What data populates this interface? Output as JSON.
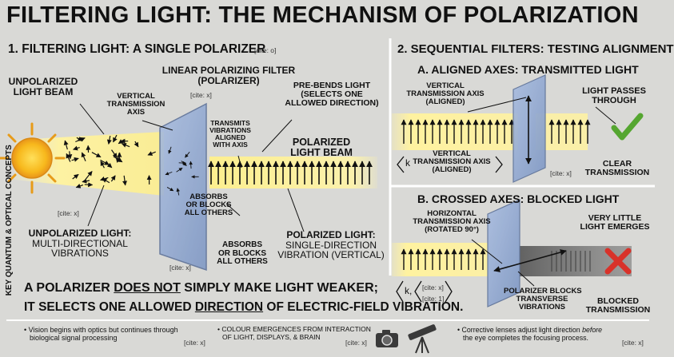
{
  "title": "FILTERING LIGHT: THE MECHANISM OF POLARIZATION",
  "panel1": {
    "heading": "1. FILTERING LIGHT: A SINGLE POLARIZER",
    "heading_cite": "[cite: o]",
    "unpolarized_beam": [
      "UNPOLARIZED",
      "LIGHT BEAM"
    ],
    "filter_label": [
      "LINEAR POLARIZING FILTER",
      "(POLARIZER)"
    ],
    "filter_cite": "[cite: x]",
    "vertical_axis": [
      "VERTICAL",
      "TRANSMISSION",
      "AXIS"
    ],
    "pre_bends": [
      "PRE-BENDS LIGHT",
      "(SELECTS ONE",
      "ALLOWED DIRECTION)"
    ],
    "transmits": [
      "TRANSMITS",
      "VIBRATIONS",
      "ALIGNED",
      "WITH AXIS"
    ],
    "polarized_beam": [
      "POLARIZED",
      "LIGHT BEAM"
    ],
    "absorbs_1": [
      "ABSORBS",
      "OR BLOCKS",
      "ALL OTHERS"
    ],
    "absorbs_2": [
      "ABSORBS",
      "OR BLOCKS",
      "ALL OTHERS"
    ],
    "cite_left": "[cite: x]",
    "cite_filter_bottom": "[cite: x]",
    "unpolarized_light": [
      "UNPOLARIZED LIGHT:",
      "MULTI-DIRECTIONAL",
      "VIBRATIONS"
    ],
    "polarized_light": [
      "POLARIZED LIGHT:",
      "SINGLE-DIRECTION",
      "VIBRATION (VERTICAL)"
    ]
  },
  "side_label": "KEY QUANTUM & OPTICAL CONCEPTS",
  "statement": {
    "line1_pre": "A POLARIZER ",
    "line1_emph": "DOES NOT",
    "line1_post": " SIMPLY MAKE LIGHT WEAKER;",
    "line2_pre": "IT SELECTS ONE ALLOWED ",
    "line2_emph": "DIRECTION",
    "line2_post": " OF ELECTRIC-FIELD VIBRATION."
  },
  "panel2": {
    "heading": "2. SEQUENTIAL FILTERS: TESTING ALIGNMENT",
    "a": {
      "heading": "A. ALIGNED AXES: TRANSMITTED LIGHT",
      "axis_top": [
        "VERTICAL",
        "TRANSMISSION AXIS",
        "(ALIGNED)"
      ],
      "passes": [
        "LIGHT PASSES",
        "THROUGH"
      ],
      "bracket_k": "k",
      "axis_bottom": [
        "VERTICAL",
        "TRANSMISSION AXIS",
        "(ALIGNED)"
      ],
      "cite": "[cite: x]",
      "clear": [
        "CLEAR",
        "TRANSMISSION"
      ]
    },
    "b": {
      "heading": "B. CROSSED AXES: BLOCKED LIGHT",
      "axis": [
        "HORIZONTAL",
        "TRANSMISSION AXIS",
        "(ROTATED 90°)"
      ],
      "very_little": [
        "VERY LITTLE",
        "LIGHT EMERGES"
      ],
      "bracket_k": "k,",
      "cite_a": "[cite: x]",
      "cite_b": "[cite: 1]",
      "blocks": [
        "POLARIZER BLOCKS",
        "TRANSVERSE",
        "VIBRATIONS"
      ],
      "blocked": [
        "BLOCKED",
        "TRANSMISSION"
      ]
    }
  },
  "footer": {
    "note1": [
      "• Vision begins with optics but continues through",
      "biological signal processing"
    ],
    "note1_cite": "[cite: x]",
    "note2": [
      "• COLOUR EMERGENCES FROM INTERACTION",
      "OF LIGHT, DISPLAYS, & BRAIN"
    ],
    "note2_cite": "[cite: x]",
    "note3_pre": "• Corrective lenses adjust light direction ",
    "note3_em": "before",
    "note3_line2": "the eye completes the focusing process.",
    "note3_cite": "[cite: x]",
    "camera_icon": "camera-icon",
    "telescope_icon": "telescope-icon"
  },
  "colors": {
    "background": "#d9d9d6",
    "beam": "#fff2a0",
    "filter": "#8fa8cf",
    "check": "#55a630",
    "cross": "#d8322a"
  }
}
